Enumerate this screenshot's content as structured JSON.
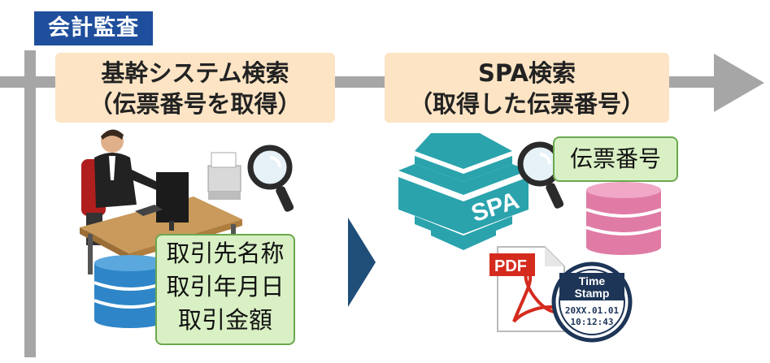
{
  "header": {
    "tag": "会計監査"
  },
  "left_panel": {
    "title_line1": "基幹システム検索",
    "title_line2": "（伝票番号を取得）",
    "fields": [
      "取引先名称",
      "取引年月日",
      "取引金額"
    ]
  },
  "right_panel": {
    "title_line1": "SPA検索",
    "title_line2": "（取得した伝票番号）",
    "field": "伝票番号",
    "spa_logo_text": "SPA",
    "pdf_label": "PDF",
    "timestamp": {
      "line1": "Time",
      "line2": "Stamp",
      "date": "20XX.01.01",
      "time": "10:12:43"
    }
  },
  "colors": {
    "tag_bg": "#1f4e9c",
    "title_box_bg": "#fce4c4",
    "field_box_bg": "#d9f0c4",
    "field_box_border": "#6aa84f",
    "timeline": "#a6a6a6",
    "db_blue": "#2e86c8",
    "db_pink": "#e07ba6",
    "spa_teal": "#2aa3ad",
    "pdf_red": "#d42b1e",
    "chevron": "#1f4e79"
  },
  "icons": [
    "magnifier-icon",
    "database-icon",
    "office-worker-icon",
    "spa-stack-icon",
    "pdf-icon",
    "timestamp-icon",
    "chevron-right-icon"
  ]
}
